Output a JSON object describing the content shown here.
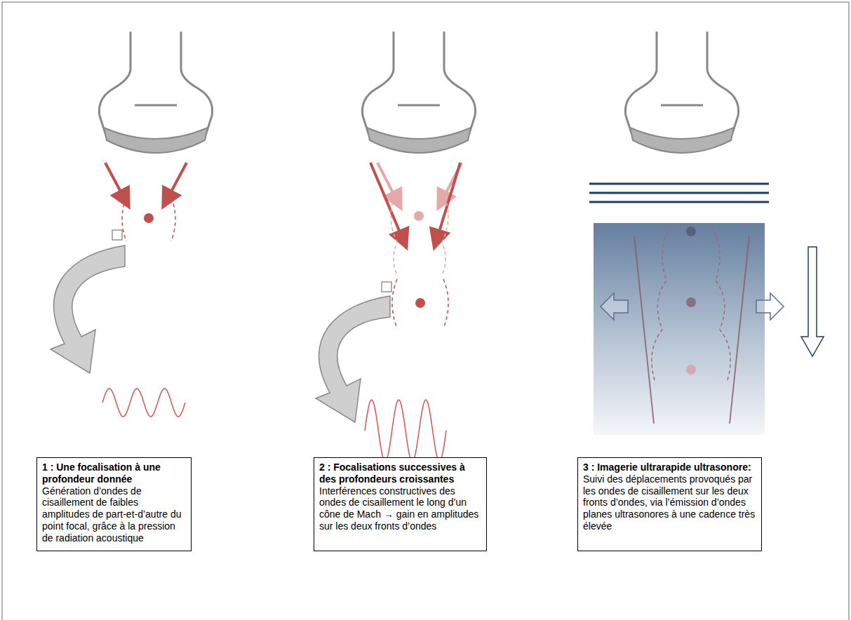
{
  "diagram": {
    "nodes": [
      {
        "text": [
          "1 : Une focalisation à une profondeur donnée",
          "Génération d’ondes de cisaillement de faibles amplitudes de part-et-d’autre du point focal, grâce à la pression de radiation acoustique"
        ]
      },
      {
        "text": [
          "2 : Focalisations successives à des profondeurs croissantes",
          "Interférences constructives des ondes de cisaillement le long d’un cône de Mach → gain en amplitudes sur les deux fronts d’ondes"
        ]
      },
      {
        "text": [
          "3 : Imagerie ultrarapide ultrasonore:",
          "Suivi des déplacements provoqués par les ondes de cisaillement sur les deux fronts d’ondes, via l’émission d’ondes planes ultrasonores à une cadence très élevée"
        ]
      }
    ]
  }
}
